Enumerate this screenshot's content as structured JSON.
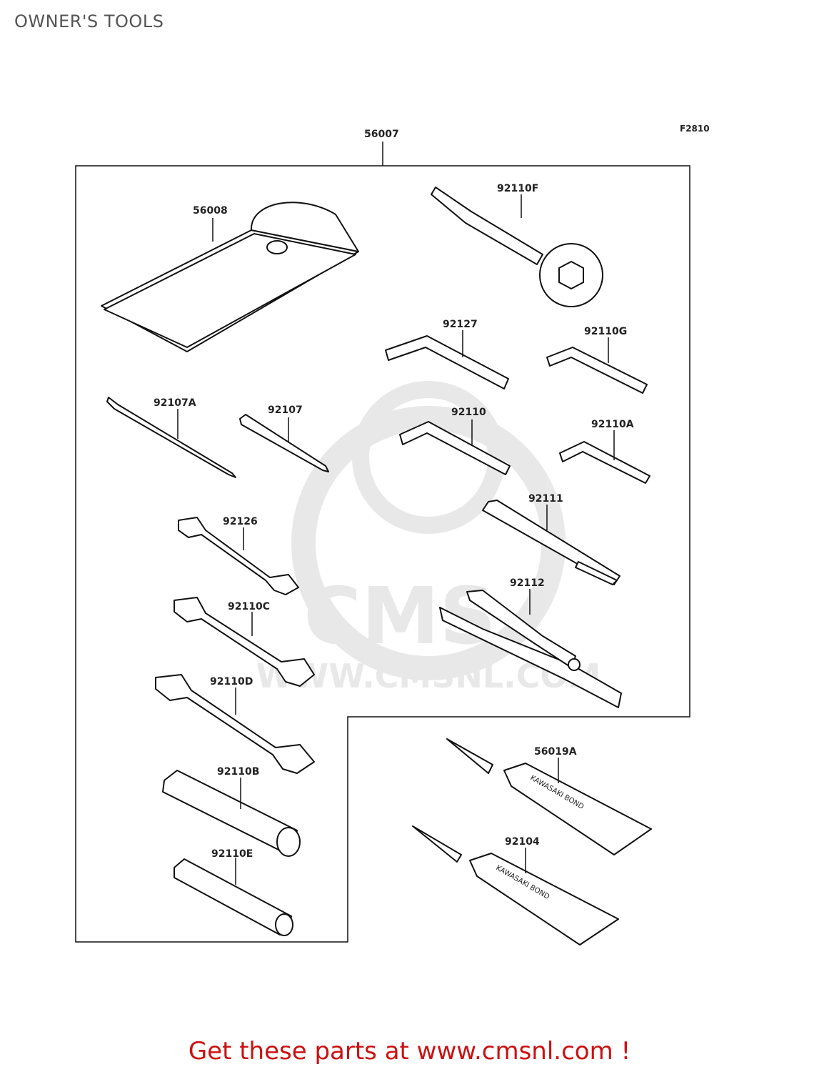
{
  "page": {
    "title": "OWNER'S TOOLS"
  },
  "diagram": {
    "figure_code": "F2810",
    "parts": {
      "kit": "56007",
      "pouch": "56008",
      "ring_wrench": "92110F",
      "hex_92127": "92127",
      "hex_92110G": "92110G",
      "driver_92107A": "92107A",
      "driver_92107": "92107",
      "hex_92110": "92110",
      "hex_92110A": "92110A",
      "handle_92111": "92111",
      "wrench_92126": "92126",
      "pliers_92112": "92112",
      "wrench_92110C": "92110C",
      "wrench_92110D": "92110D",
      "tube_56019A": "56019A",
      "socket_92110B": "92110B",
      "tube_92104": "92104",
      "socket_92110E": "92110E"
    },
    "tube_brand_text": "KAWASAKI BOND"
  },
  "watermark": {
    "brand": "CMS",
    "url": "WWW.CMSNL.COM"
  },
  "footer": {
    "cta": "Get these parts at www.cmsnl.com !"
  }
}
